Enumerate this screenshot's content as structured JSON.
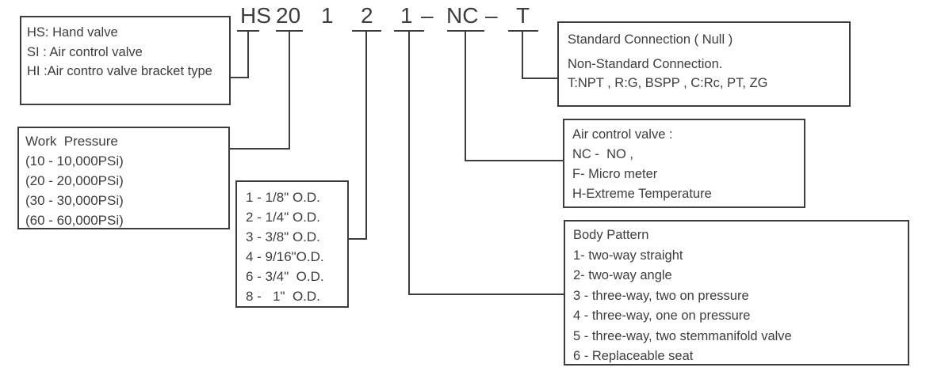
{
  "colors": {
    "ink": "#3d3d3d",
    "background": "#ffffff"
  },
  "code": {
    "full": "HS 20 1 2 1 – NC – T",
    "segments": [
      "HS",
      "20",
      "1",
      "2",
      "1",
      "–",
      "NC",
      "–",
      "T"
    ]
  },
  "boxes": {
    "valve_type": {
      "lines": [
        "HS: Hand valve",
        "SI : Air control valve",
        "HI :Air contro valve bracket type"
      ]
    },
    "work_pressure": {
      "lines": [
        "Work  Pressure",
        "(10 - 10,000PSi)",
        "(20 - 20,000PSi)",
        "(30 - 30,000PSi)",
        "(60 - 60,000PSi)"
      ]
    },
    "od_size": {
      "lines": [
        "1 - 1/8\" O.D.",
        "2 - 1/4\" O.D.",
        "3 - 3/8\" O.D.",
        "4 - 9/16\"O.D.",
        "6 - 3/4\"  O.D.",
        "8 -   1\"  O.D."
      ]
    },
    "connection": {
      "lines": [
        "Standard Connection ( Null )",
        "Non-Standard Connection.",
        "T:NPT , R:G, BSPP , C:Rc, PT, ZG"
      ]
    },
    "air_control": {
      "lines": [
        "Air control valve :",
        "NC -  NO ,",
        "F- Micro meter",
        "H-Extreme Temperature"
      ]
    },
    "body_pattern": {
      "lines": [
        "Body Pattern",
        "1- two-way straight",
        "2- two-way angle",
        "3 - three-way, two on pressure",
        "4 - three-way, one on pressure",
        "5 - three-way, two stemmanifold valve",
        "6 - Replaceable seat"
      ]
    }
  }
}
